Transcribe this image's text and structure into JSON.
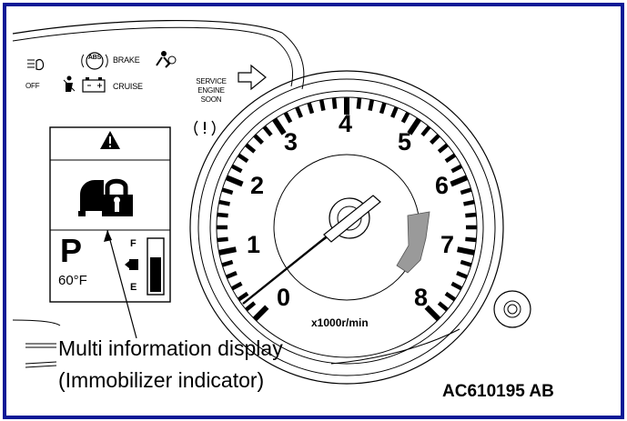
{
  "warning_lights": {
    "abs_badge": "ABS",
    "brake_label": "BRAKE",
    "cruise_label": "CRUISE",
    "fog_label": "OFF"
  },
  "service_engine_soon": [
    "SERVICE",
    "ENGINE",
    "SOON"
  ],
  "info_display": {
    "gear": "P",
    "temperature": "60°F",
    "fuel_full": "F",
    "fuel_empty": "E"
  },
  "tachometer": {
    "numbers": [
      "0",
      "1",
      "2",
      "3",
      "4",
      "5",
      "6",
      "7",
      "8"
    ],
    "unit": "x1000r/min"
  },
  "caption": {
    "line1": "Multi information display",
    "line2": "(Immobilizer indicator)"
  },
  "code": "AC610195 AB",
  "colors": {
    "frame": "#0a1a96",
    "ink": "#000000"
  }
}
